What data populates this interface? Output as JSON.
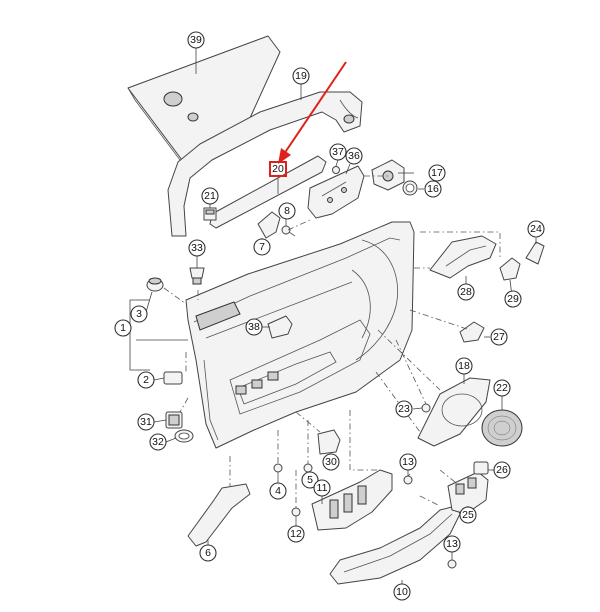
{
  "callouts": {
    "p39": "39",
    "p19": "19",
    "p20": "20",
    "p37": "37",
    "p36": "36",
    "p17": "17",
    "p16": "16",
    "p21": "21",
    "p8": "8",
    "p7": "7",
    "p33": "33",
    "p3": "3",
    "p1": "1",
    "p38": "38",
    "p24": "24",
    "p28": "28",
    "p29": "29",
    "p27": "27",
    "p18": "18",
    "p22": "22",
    "p2": "2",
    "p23": "23",
    "p31": "31",
    "p32": "32",
    "p30": "30",
    "p13a": "13",
    "p26": "26",
    "p4": "4",
    "p5": "5",
    "p11": "11",
    "p25": "25",
    "p12": "12",
    "p6": "6",
    "p13b": "13",
    "p10": "10"
  },
  "highlight": {
    "part": "20",
    "color": "#e0201b"
  },
  "arrow_color": "#e0201b"
}
